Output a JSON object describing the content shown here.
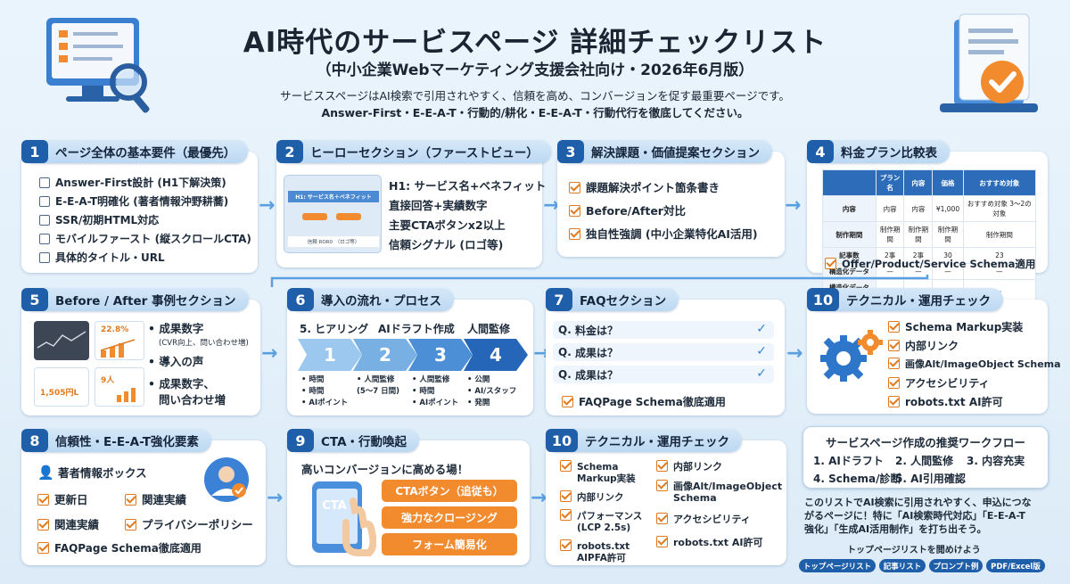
{
  "header": {
    "title": "AI時代のサービスページ 詳細チェックリスト",
    "subtitle": "（中小企業Webマーケティング支援会社向け・2026年6月版）",
    "intro_line1": "サービススページはAI検索で引用されやすく、信頼を高め、コンバージョンを促す最重要ページです。",
    "intro_line2": "Answer-First・E-E-A-T・行動的/耕化・E-E-A-T・行動代行を徹底してください。"
  },
  "sections": {
    "s1": {
      "num": "1",
      "title": "ページ全体の基本要件（最優先）",
      "items": [
        "Answer-First設計 (H1下解決策)",
        "E-E-A-T明確化 (著者情報沖野耕蕎)",
        "SSR/初期HTML対応",
        "モバイルファースト (縦スクロールCTA)",
        "具体的タイトル・URL"
      ]
    },
    "s2": {
      "num": "2",
      "title": "ヒーローセクション（ファーストビュー）",
      "mock_title": "H1: サービス名＋ベネフィット",
      "mock_footer": "信頼 ROR0　（ロゴ等）",
      "items": [
        "H1: サービス名+ベネフィット",
        "直接回答+実績数字",
        "主要CTAボタンx2以上",
        "信頼シグナル (ロゴ等)"
      ]
    },
    "s3": {
      "num": "3",
      "title": "解決課題・価値提案セクション",
      "items": [
        "課題解決ポイント箇条書き",
        "Before/After対比",
        "独自性強調 (中小企業特化AI活用)"
      ]
    },
    "s4": {
      "num": "4",
      "title": "料金プラン比較表",
      "headers": [
        "",
        "プラン名",
        "内容",
        "価格",
        "おすすめ対象"
      ],
      "rows": [
        [
          "内容",
          "内容",
          "内容",
          "¥1,000",
          "おすすめ対象 3〜2の対象"
        ],
        [
          "制作期間",
          "制作期間",
          "制作期間",
          "制作期間",
          "制作期間"
        ],
        [
          "記事数",
          "2事",
          "2事",
          "30",
          "23"
        ],
        [
          "構造化データ",
          "—",
          "—",
          "—",
          "—"
        ],
        [
          "構造化データ 対応",
          "✓",
          "✓",
          "✓",
          "✓"
        ]
      ],
      "note": "Offer/Product/Service Schema適用"
    },
    "s5": {
      "num": "5",
      "title": "Before / After 事例セクション",
      "stat1": "22.8%",
      "stat2": "1,505円L",
      "stat3": "9人",
      "item1": "成果数字",
      "item1_sub": "(CVR向上、問い合わせ増)",
      "item2": "導入の声",
      "item3a": "成果数字、",
      "item3b": "問い合わせ増"
    },
    "s6": {
      "num": "6",
      "title": "導入の流れ・プロセス",
      "phase1": "5. ヒアリング",
      "phase2": "AIドラフト作成",
      "phase3": "人間監修",
      "steps": [
        "1",
        "2",
        "3",
        "4"
      ],
      "col1": [
        "時間",
        "時間",
        "AIポイント"
      ],
      "col2": [
        "人間監修",
        "(5〜7 日間)"
      ],
      "col3": [
        "人間監修",
        "時間",
        "AIポイント"
      ],
      "col4": [
        "公開",
        "AI/スタッフ",
        "発開"
      ]
    },
    "s7": {
      "num": "7",
      "title": "FAQセクション",
      "faqs": [
        "料金は？",
        "成果は？",
        "成果は？"
      ],
      "q": "Q.",
      "note": "FAQPage Schema徹底適用"
    },
    "s10a": {
      "num": "10",
      "title": "テクニカル・運用チェック",
      "items": [
        "Schema Markup実装",
        "内部リンク",
        "画像Alt/ImageObject Schema",
        "アクセシビリティ",
        "robots.txt AI許可"
      ]
    },
    "s8": {
      "num": "8",
      "title": "信頼性・E-E-A-T強化要素",
      "author": "著者情報ボックス",
      "items": [
        "更新日",
        "関連実績",
        "関連実績",
        "プライバシーポリシー"
      ],
      "note": "FAQPage Schema徹底適用"
    },
    "s9": {
      "num": "9",
      "title": "CTA・行動喚起",
      "lead": "高いコンバージョンに高める場！",
      "phone_label": "CTA",
      "buttons": [
        "CTAボタン（追従も）",
        "強力なクロージング",
        "フォーム簡易化"
      ]
    },
    "s10b": {
      "num": "10",
      "title": "テクニカル・運用チェック",
      "left": [
        "Schema",
        "Markup実装",
        "内部リンク",
        "パフォーマンス",
        "(LCP 2.5s)",
        "robots.txt",
        "AIPFA許可"
      ],
      "right": [
        "内部リンク",
        "画像Alt/ImageObject",
        "Schema",
        "アクセシビリティ",
        "robots.txt AI許可"
      ]
    },
    "workflow": {
      "title": "サービスページ作成の推奨ワークフロー",
      "steps": [
        "1. AIドラフト",
        "2. 人間監修",
        "3. 内容充実",
        "4. Schema/診断",
        "5. AI引用確認"
      ],
      "body1": "このリストでAI検索に引用されやすく、申込につな",
      "body2": "がるページに！特に「AI検索時代対応」「E-E-A-T",
      "body3": "強化」「生成AI活用制作」を打ち出そう。",
      "related": "トップページリストを閲めけよう",
      "tags": [
        "トップページリスト",
        "記事リスト",
        "プロンプト例",
        "PDF/Excel版"
      ]
    }
  },
  "colors": {
    "accent": "#1f5ea8",
    "orange": "#f28a2e",
    "label": "#c7dff5"
  }
}
